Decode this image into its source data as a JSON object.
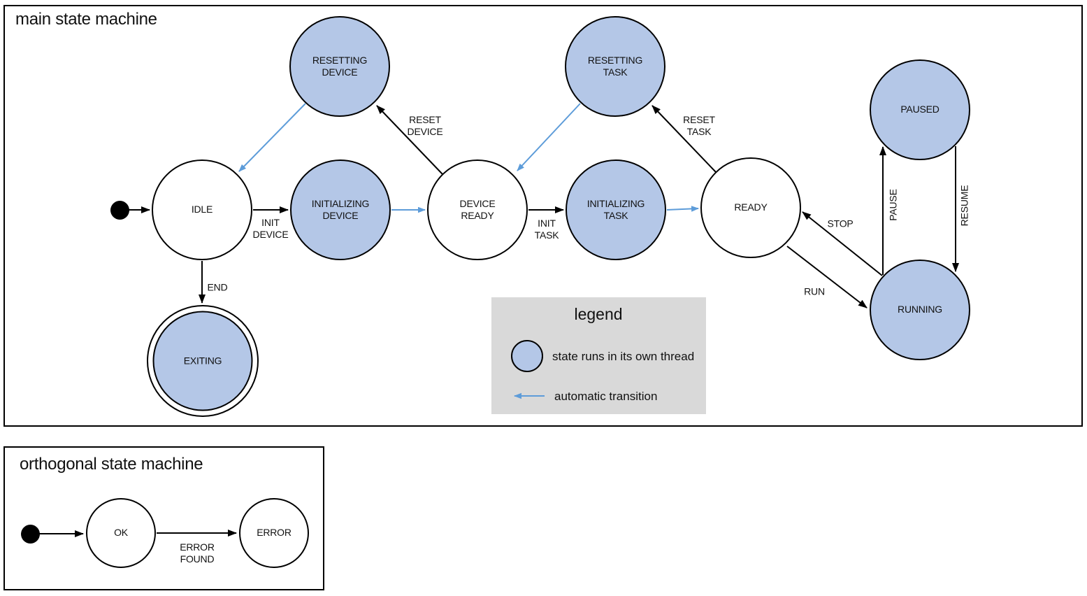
{
  "main_machine": {
    "title": "main state machine",
    "states": {
      "idle": {
        "label": "IDLE"
      },
      "resetting_device": {
        "label": "RESETTING\nDEVICE"
      },
      "initializing_device": {
        "label": "INITIALIZING\nDEVICE"
      },
      "device_ready": {
        "label": "DEVICE\nREADY"
      },
      "resetting_task": {
        "label": "RESETTING\nTASK"
      },
      "initializing_task": {
        "label": "INITIALIZING\nTASK"
      },
      "ready": {
        "label": "READY"
      },
      "paused": {
        "label": "PAUSED"
      },
      "running": {
        "label": "RUNNING"
      },
      "exiting": {
        "label": "EXITING"
      }
    },
    "transitions": {
      "init_device": {
        "label": "INIT\nDEVICE"
      },
      "reset_device": {
        "label": "RESET\nDEVICE"
      },
      "init_task": {
        "label": "INIT\nTASK"
      },
      "reset_task": {
        "label": "RESET\nTASK"
      },
      "end": {
        "label": "END"
      },
      "run": {
        "label": "RUN"
      },
      "stop": {
        "label": "STOP"
      },
      "pause": {
        "label": "PAUSE"
      },
      "resume": {
        "label": "RESUME"
      }
    }
  },
  "legend": {
    "title": "legend",
    "threaded_state_label": "state runs in its own thread",
    "automatic_transition_label": "automatic transition"
  },
  "orthogonal_machine": {
    "title": "orthogonal state machine",
    "states": {
      "ok": {
        "label": "OK"
      },
      "error": {
        "label": "ERROR"
      }
    },
    "transitions": {
      "error_found": {
        "label": "ERROR\nFOUND"
      }
    }
  },
  "colors": {
    "threaded_state_fill": "#b4c7e7",
    "automatic_transition_blue": "#5d9cd9",
    "stroke": "#000000",
    "legend_background": "#d9d9d9"
  }
}
